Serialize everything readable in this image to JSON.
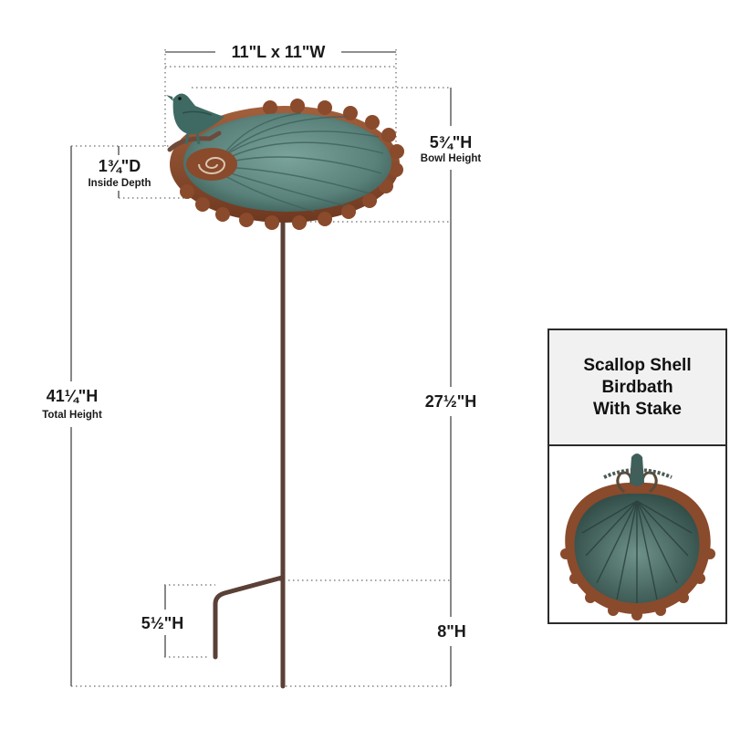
{
  "colors": {
    "copper": "#8a4a2c",
    "patina": "#5f8680",
    "stake": "#5a4036",
    "dimension_line": "#6a6a6a"
  },
  "dimensions": {
    "length_width": "11\"L x 11\"W",
    "bowl_height": "5¾\"H",
    "bowl_height_caption": "Bowl Height",
    "inside_depth": "1¾\"D",
    "inside_depth_caption": "Inside Depth",
    "total_height": "41¼\"H",
    "total_height_caption": "Total Height",
    "stake_height": "27½\"H",
    "ground_depth": "8\"H",
    "foot_height": "5½\"H"
  },
  "info_box": {
    "title_lines": [
      "Scallop Shell",
      "Birdbath",
      "With Stake"
    ]
  },
  "icons": {
    "product": "scallop-shell-birdbath-icon",
    "thumbnail": "birdbath-top-view-icon"
  }
}
